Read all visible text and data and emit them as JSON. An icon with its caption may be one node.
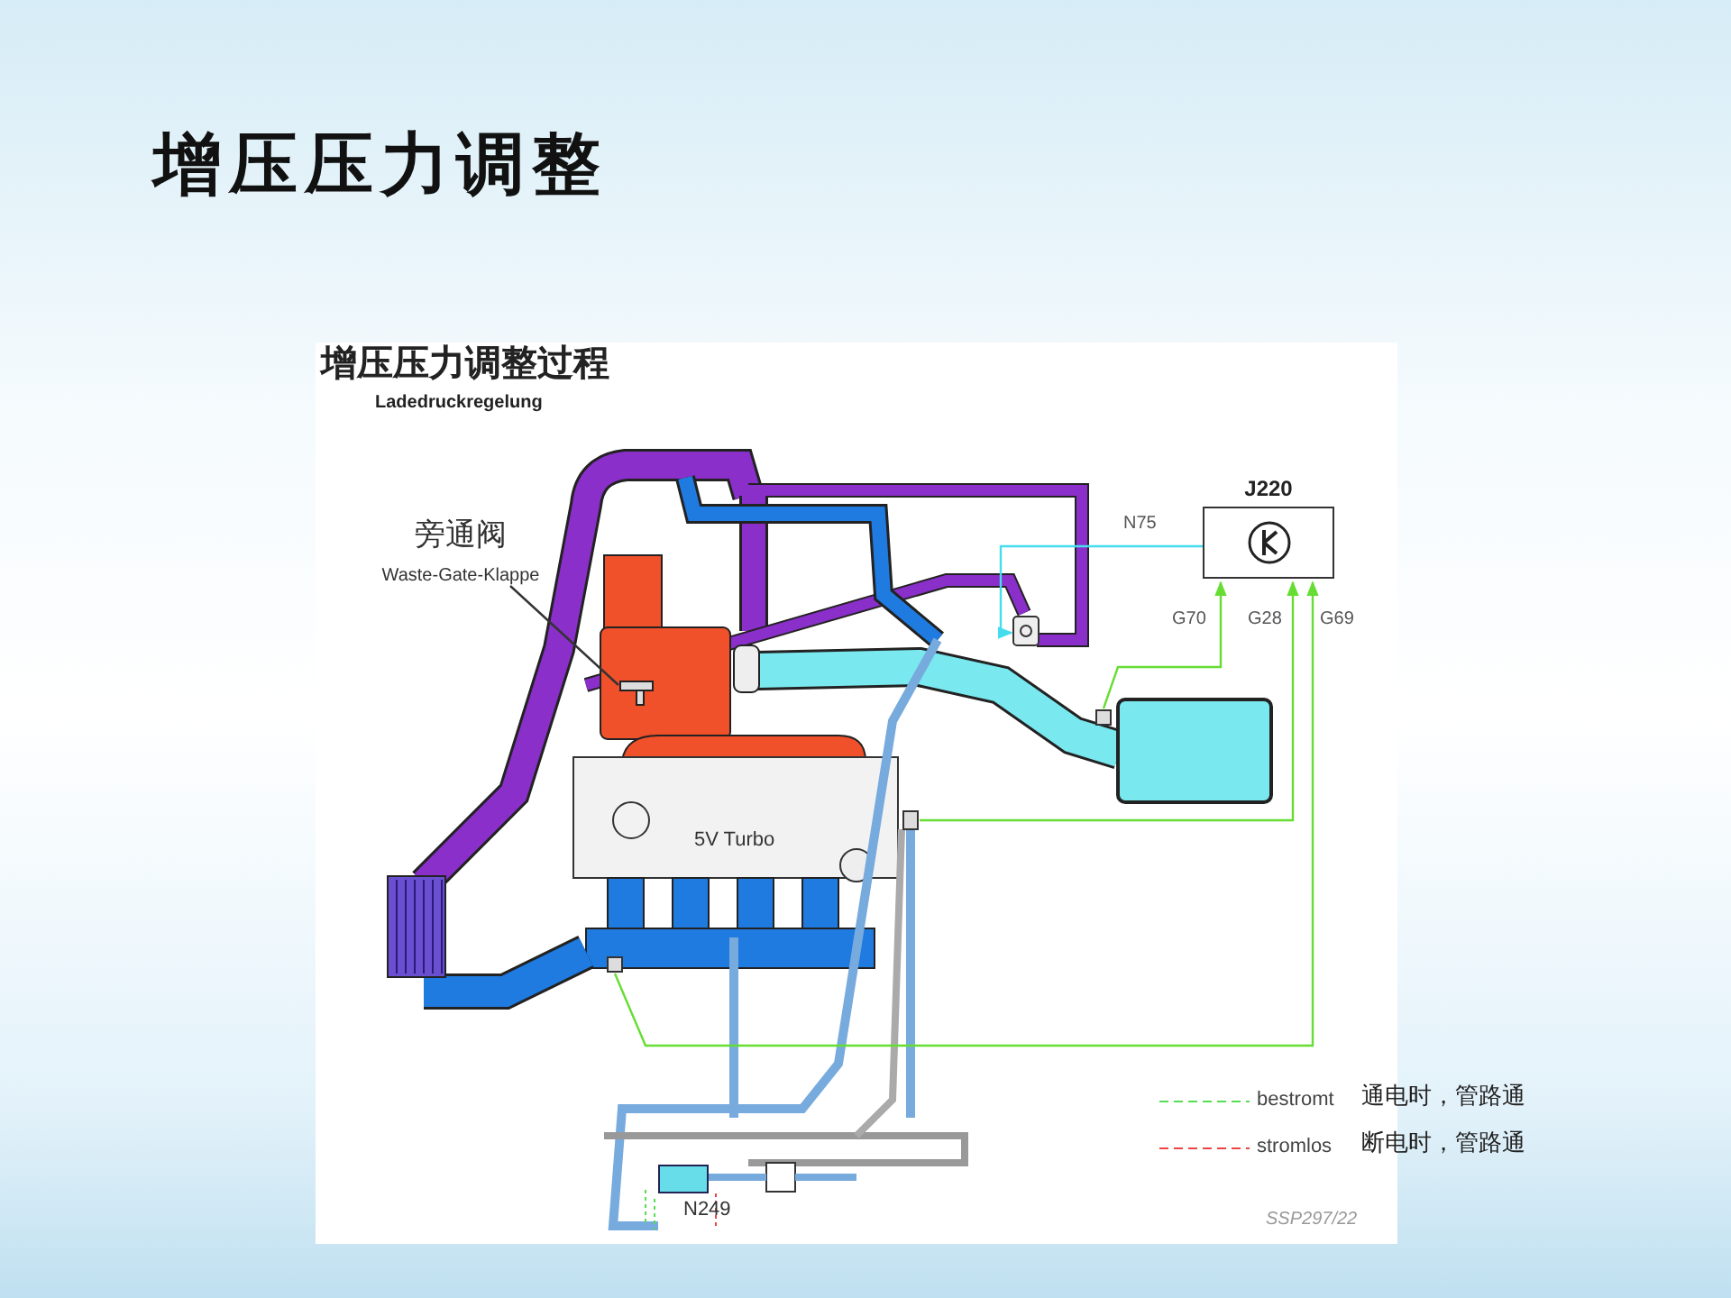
{
  "diagram": {
    "title": "增压压力调整",
    "nodes": [
      {
        "text": [
          "J220"
        ]
      },
      {
        "text": [
          "旁通阀",
          "Waste-Gate-Klappe"
        ]
      },
      {
        "text": [],
        "shape": "picture"
      },
      {
        "text": [],
        "shape": "picture"
      },
      {
        "text": [],
        "shape": "box"
      },
      {
        "text": [],
        "shape": "box"
      },
      {
        "text": [],
        "shape": "box"
      },
      {
        "text": [],
        "shape": "box",
        "beside": [
          "N249"
        ]
      }
    ],
    "edges": [
      {
        "from": 1,
        "to": 2,
        "arrow": "none",
        "color": "#333333"
      },
      {
        "from": 0,
        "to": 3,
        "arrow": "to",
        "label": "N75",
        "color": "#44ddee"
      },
      {
        "from": 4,
        "to": 0,
        "arrow": "to",
        "label": "G70"
      },
      {
        "from": 5,
        "to": 0,
        "arrow": "to",
        "label": "G28"
      },
      {
        "from": 6,
        "to": 0,
        "arrow": "to",
        "label": "G69"
      }
    ],
    "labels": [
      "增压压力调整过程",
      "Ladedruckregelung",
      "5V Turbo",
      "通电时，管路通",
      "断电时，管路通",
      "SSP297/22"
    ],
    "legend": [
      {
        "text": "bestromt"
      },
      {
        "text": "stromlos"
      }
    ]
  }
}
